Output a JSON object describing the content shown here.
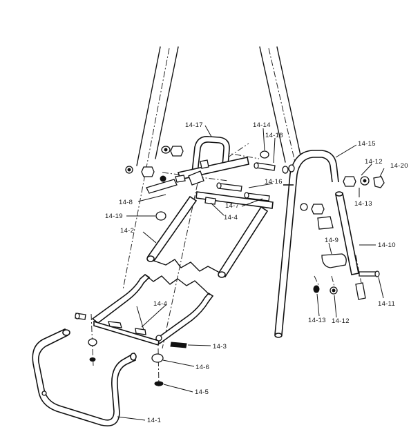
{
  "labels": {
    "l14_17": "14-17",
    "l14_14": "14-14",
    "l14_18": "14-18",
    "l14_15": "14-15",
    "l14_12a": "14-12",
    "l14_20": "14-20",
    "l14_16": "14-16",
    "l14_8": "14-8",
    "l14_7": "14-7",
    "l14_13a": "14-13",
    "l14_19": "14-19",
    "l14_4a": "14-4",
    "l14_2": "14-2",
    "l14_9": "14-9",
    "l14_10": "14-10",
    "l14_11": "14-11",
    "l14_4b": "14-4",
    "l14_13b": "14-13",
    "l14_12b": "14-12",
    "l14_3": "14-3",
    "l14_6": "14-6",
    "l14_5": "14-5",
    "l14_1": "14-1"
  }
}
